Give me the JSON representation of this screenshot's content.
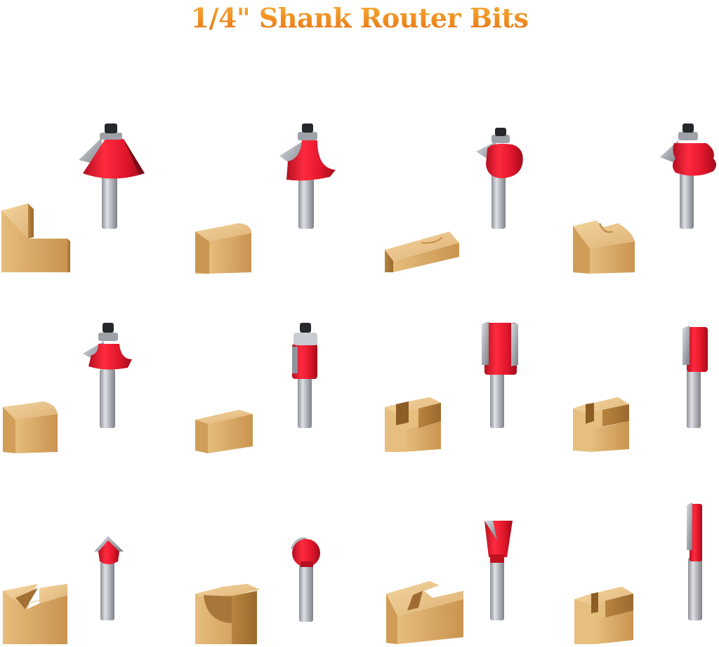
{
  "title": "1/4\" Shank Router Bits",
  "colors": {
    "title_top": "#f7b23a",
    "title_bottom": "#e2641a",
    "bit_red": "#e0162b",
    "bit_red_dark": "#a50e1e",
    "shank": "#b9bcc2",
    "shank_dark": "#8a8d93",
    "blade": "#9a9ea5",
    "bearing": "#2a2c30",
    "wood_light": "#e8c184",
    "wood_mid": "#d4a460",
    "wood_dark": "#b27e3c"
  },
  "items": [
    {
      "bit": "chamfer-bit",
      "profile": "chamfer-corner"
    },
    {
      "bit": "roundover-bit",
      "profile": "roundover-edge"
    },
    {
      "bit": "cove-bit",
      "profile": "cove-edge"
    },
    {
      "bit": "roman-ogee-bit",
      "profile": "ogee-edge"
    },
    {
      "bit": "small-roundover-bit",
      "profile": "small-roundover-edge"
    },
    {
      "bit": "flush-trim-bit",
      "profile": "flush-trim-block"
    },
    {
      "bit": "wide-straight-bit",
      "profile": "wide-groove"
    },
    {
      "bit": "narrow-straight-bit",
      "profile": "narrow-groove"
    },
    {
      "bit": "v-groove-bit",
      "profile": "v-groove"
    },
    {
      "bit": "core-box-bit",
      "profile": "round-groove"
    },
    {
      "bit": "dovetail-bit",
      "profile": "dovetail-groove"
    },
    {
      "bit": "long-straight-bit",
      "profile": "deep-slot"
    }
  ]
}
